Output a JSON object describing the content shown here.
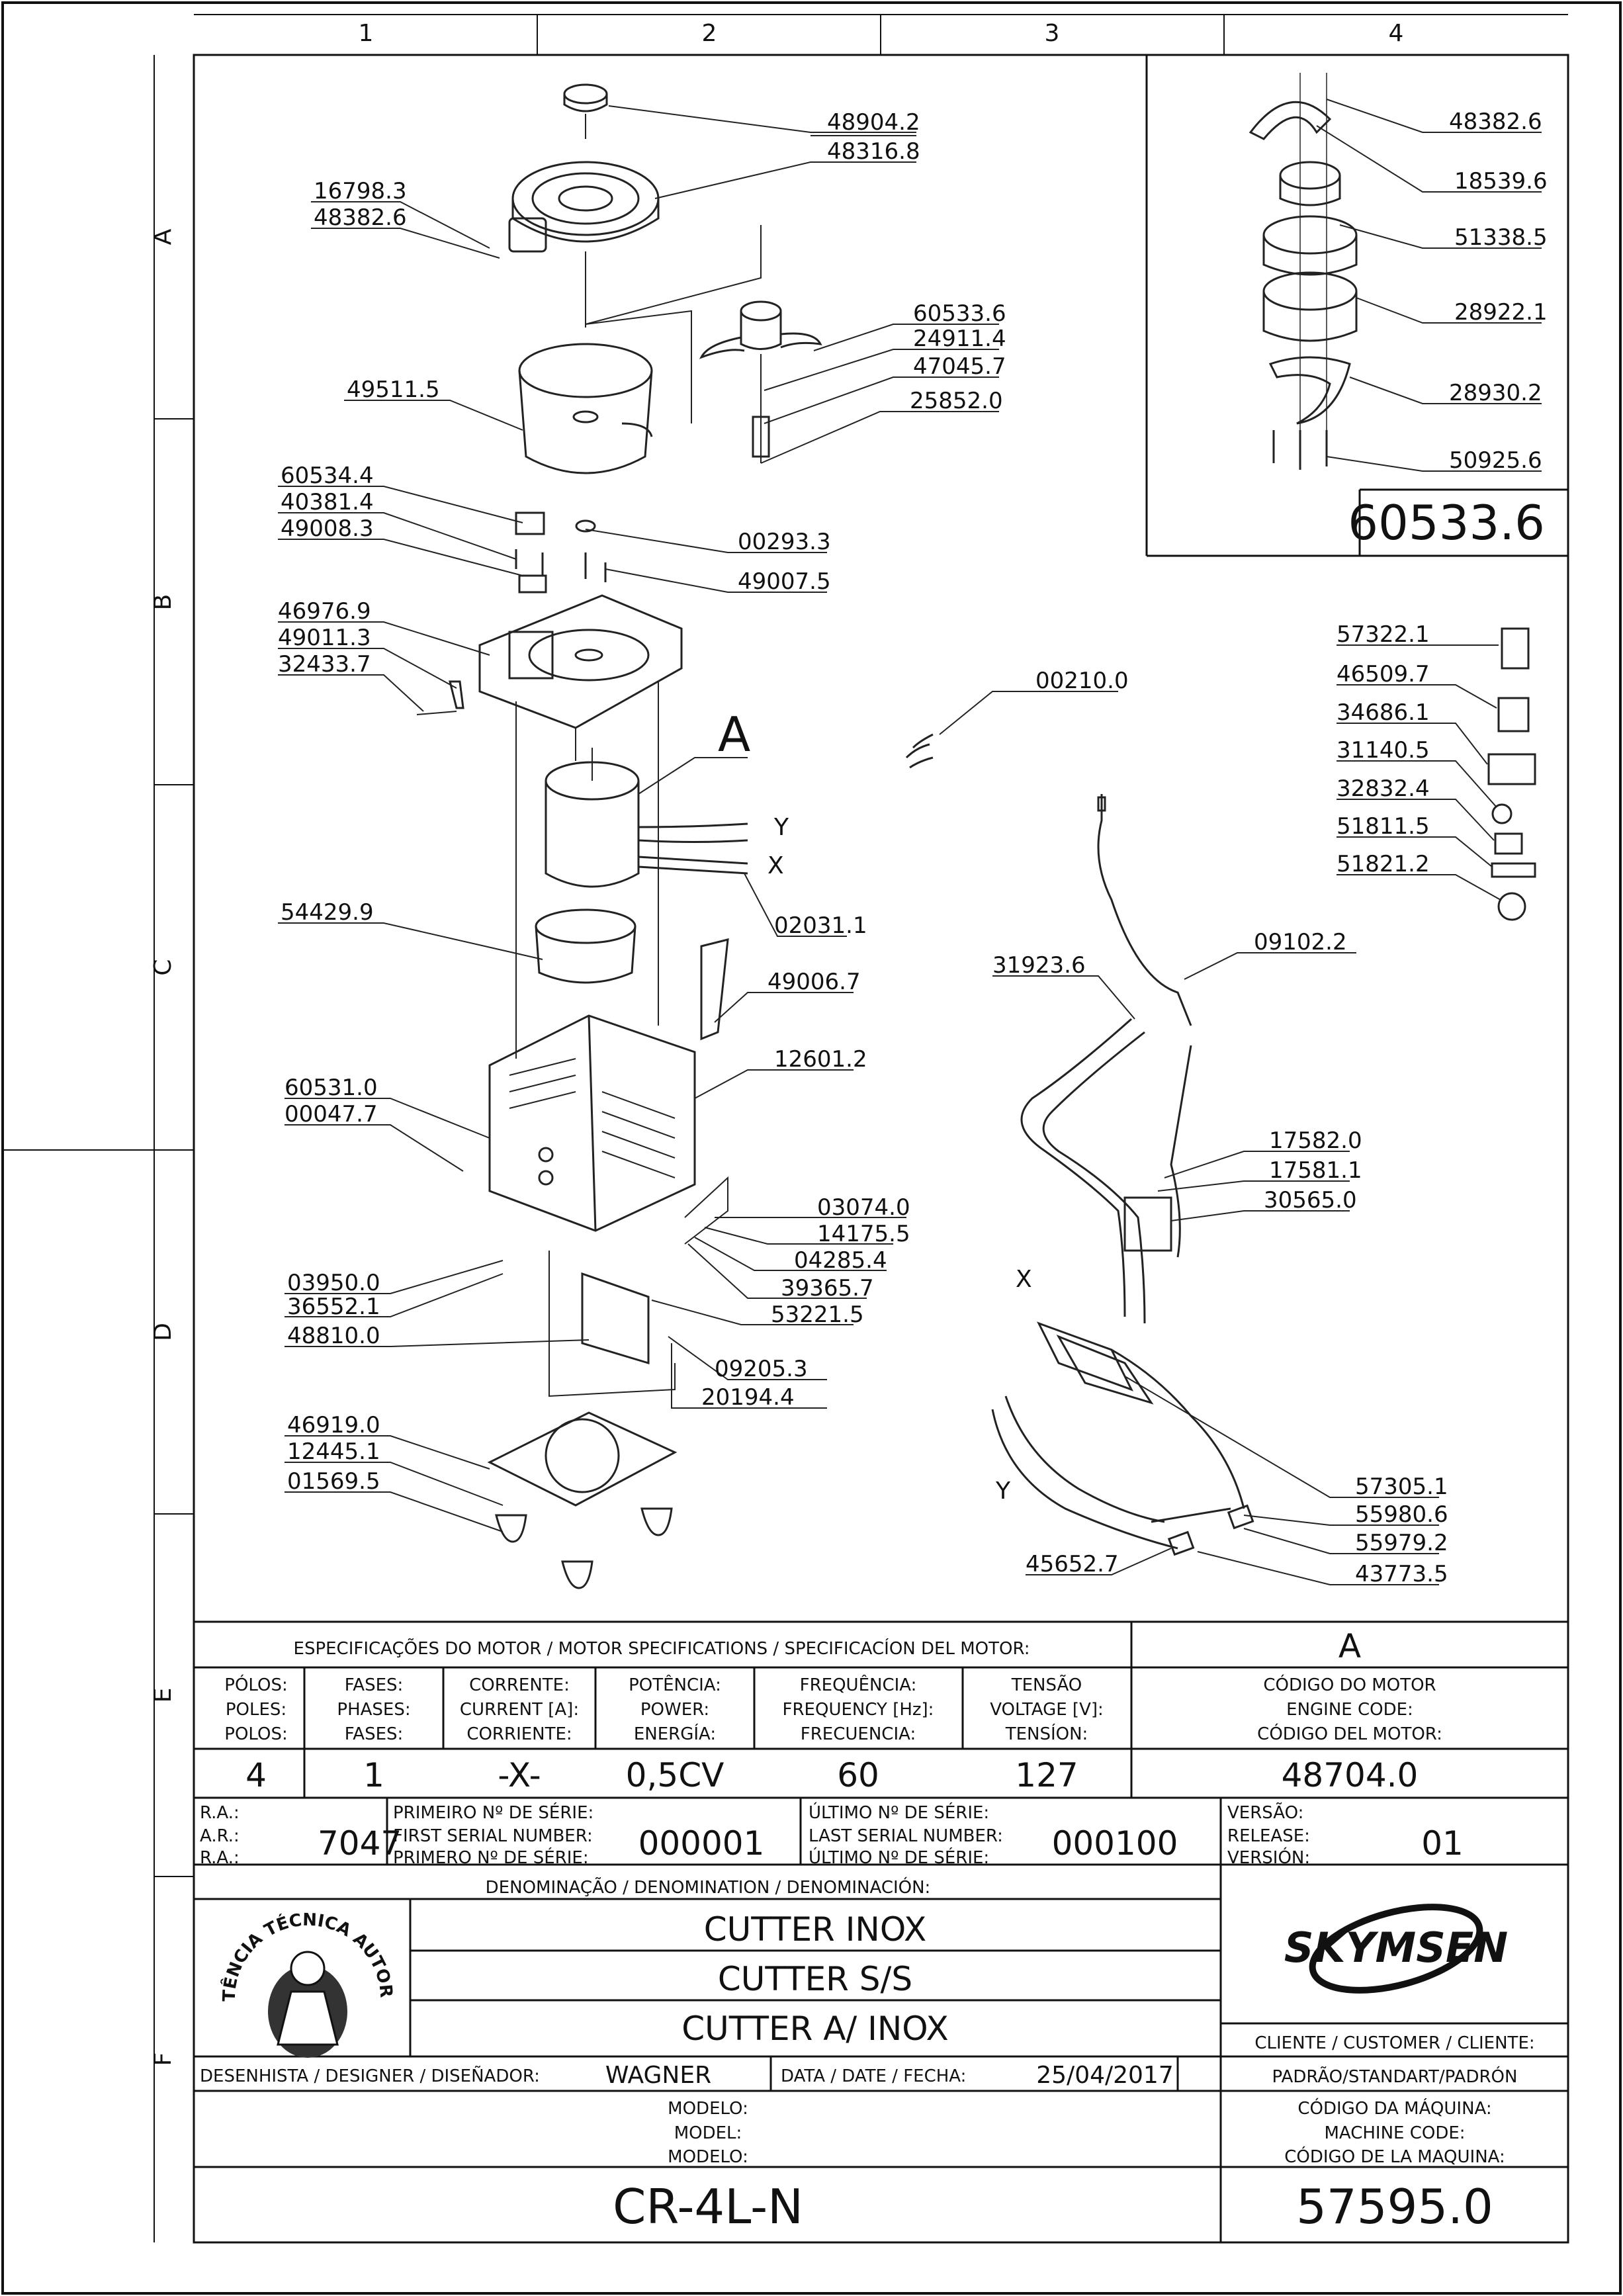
{
  "columns": [
    "1",
    "2",
    "3",
    "4"
  ],
  "rows": [
    "A",
    "B",
    "C",
    "D",
    "E",
    "F"
  ],
  "diagram": {
    "callout_A": "A",
    "wire_Y": "Y",
    "wire_X": "X",
    "wire_X2": "X",
    "wire_Y2": "Y",
    "parts_left": [
      "48904.2",
      "48316.8",
      "16798.3",
      "48382.6",
      "60533.6",
      "24911.4",
      "47045.7",
      "25852.0",
      "49511.5",
      "60534.4",
      "40381.4",
      "49008.3",
      "00293.3",
      "49007.5",
      "46976.9",
      "49011.3",
      "32433.7",
      "02031.1",
      "54429.9",
      "49006.7",
      "12601.2",
      "60531.0",
      "00047.7",
      "03074.0",
      "14175.5",
      "04285.4",
      "39365.7",
      "53221.5",
      "03950.0",
      "36552.1",
      "48810.0",
      "09205.3",
      "20194.4",
      "46919.0",
      "12445.1",
      "01569.5"
    ],
    "parts_right": [
      "00210.0",
      "57322.1",
      "46509.7",
      "34686.1",
      "31140.5",
      "32832.4",
      "51811.5",
      "51821.2",
      "09102.2",
      "31923.6",
      "17582.0",
      "17581.1",
      "30565.0",
      "57305.1",
      "55980.6",
      "55979.2",
      "45652.7",
      "43773.5"
    ],
    "detail_parts": [
      "48382.6",
      "18539.6",
      "51338.5",
      "28922.1",
      "28930.2",
      "50925.6"
    ],
    "detail_code": "60533.6"
  },
  "specs": {
    "header": "ESPECIFICAÇÕES DO MOTOR / MOTOR SPECIFICATIONS / SPECIFICACÍON DEL MOTOR:",
    "header_right": "A",
    "cols": [
      {
        "l1": "PÓLOS:",
        "l2": "POLES:",
        "l3": "POLOS:",
        "value": "4"
      },
      {
        "l1": "FASES:",
        "l2": "PHASES:",
        "l3": "FASES:",
        "value": "1"
      },
      {
        "l1": "CORRENTE:",
        "l2": "CURRENT [A]:",
        "l3": "CORRIENTE:",
        "value": "-X-"
      },
      {
        "l1": "POTÊNCIA:",
        "l2": "POWER:",
        "l3": "ENERGÍA:",
        "value": "0,5CV"
      },
      {
        "l1": "FREQUÊNCIA:",
        "l2": "FREQUENCY [Hz]:",
        "l3": "FRECUENCIA:",
        "value": "60"
      },
      {
        "l1": "TENSÃO",
        "l2": "VOLTAGE [V]:",
        "l3": "TENSÍON:",
        "value": "127"
      },
      {
        "l1": "CÓDIGO DO MOTOR",
        "l2": "ENGINE CODE:",
        "l3": "CÓDIGO DEL MOTOR:",
        "value": "48704.0"
      }
    ]
  },
  "ra": {
    "l1": "R.A.:",
    "l2": "A.R.:",
    "l3": "R.A.:",
    "value": "7047"
  },
  "first_serial": {
    "l1": "PRIMEIRO Nº DE SÉRIE:",
    "l2": "FIRST SERIAL NUMBER:",
    "l3": "PRIMERO Nº DE SÉRIE:",
    "value": "000001"
  },
  "last_serial": {
    "l1": "ÚLTIMO Nº DE SÉRIE:",
    "l2": "LAST SERIAL NUMBER:",
    "l3": "ÚLTIMO Nº DE SÉRIE:",
    "value": "000100"
  },
  "version": {
    "l1": "VERSÃO:",
    "l2": "RELEASE:",
    "l3": "VERSIÓN:",
    "value": "01"
  },
  "denomination": {
    "header": "DENOMINAÇÃO / DENOMINATION / DENOMINACIÓN:",
    "lines": [
      "CUTTER INOX",
      "CUTTER S/S",
      "CUTTER A/ INOX"
    ]
  },
  "seal_text": "ASSISTÊNCIA TÉCNICA AUTORIZADA",
  "brand": "SKYMSEN",
  "customer": {
    "label": "CLIENTE / CUSTOMER / CLIENTE:",
    "value": "PADRÃO/STANDART/PADRÓN"
  },
  "designer": {
    "label": "DESENHISTA / DESIGNER / DISEÑADOR:",
    "value": "WAGNER"
  },
  "date": {
    "label": "DATA / DATE / FECHA:",
    "value": "25/04/2017"
  },
  "model": {
    "l1": "MODELO:",
    "l2": "MODEL:",
    "l3": "MODELO:",
    "value": "CR-4L-N"
  },
  "machine_code": {
    "l1": "CÓDIGO DA MÁQUINA:",
    "l2": "MACHINE CODE:",
    "l3": "CÓDIGO DE LA MAQUINA:",
    "value": "57595.0"
  }
}
